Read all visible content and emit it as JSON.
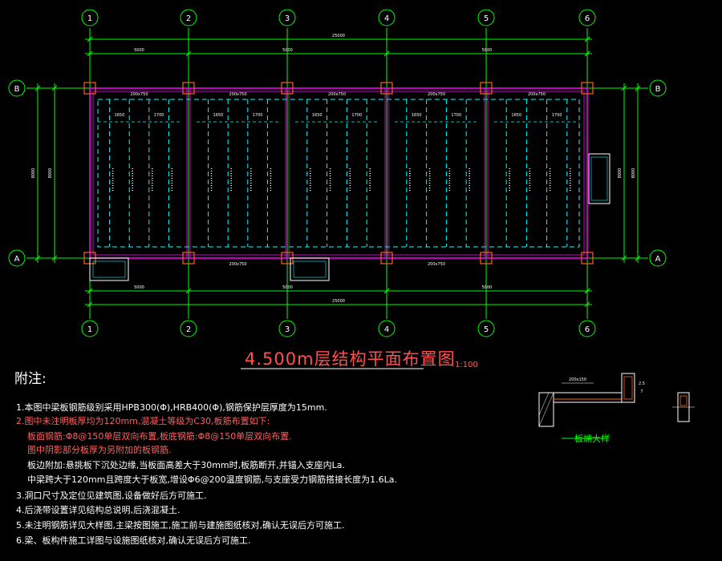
{
  "drawing": {
    "title": "4.500m层结构平面布置图",
    "scale": "1:100",
    "grid_columns": [
      "1",
      "2",
      "3",
      "4",
      "5",
      "6"
    ],
    "grid_rows": [
      "B",
      "A"
    ],
    "overall_dimension": "25000",
    "bay_dimensions": [
      "5000",
      "5000",
      "5000",
      "5000",
      "5000"
    ],
    "side_dimensions": [
      "8000",
      "8000"
    ],
    "beam_labels_top": [
      "200x750",
      "200x750",
      "200x750",
      "200x750",
      "200x750"
    ],
    "beam_labels_bottom": [
      "200x750",
      "200x750"
    ],
    "slab_labels": [
      "1650",
      "1700",
      "1650",
      "1700",
      "1650",
      "1700",
      "1650",
      "1700",
      "1650",
      "1700"
    ],
    "colors": {
      "background": "#000000",
      "grid_line": "#00ff00",
      "beam_outline": "#ff00ff",
      "secondary_beam": "#00ffff",
      "column": "#ff6020",
      "title_red": "#ff5050",
      "notes_white": "#ffffff",
      "bubble": "#00ff00"
    }
  },
  "notes": {
    "heading": "附注:",
    "items": [
      {
        "text": "1.本图中梁板钢筋级别采用HPB300(Φ),HRB400(Φ),钢筋保护层厚度为15mm.",
        "red": false,
        "indent": false
      },
      {
        "text": "2.图中未注明板厚均为120mm,混凝土等级为C30,板筋布置如下:",
        "red": true,
        "indent": false
      },
      {
        "text": "板面钢筋:Φ8@150单层双向布置,板底钢筋:Φ8@150单层双向布置.",
        "red": true,
        "indent": true
      },
      {
        "text": "图中阴影部分板厚为另附加的板钢筋.",
        "red": true,
        "indent": true
      },
      {
        "text": "板边附加:悬挑板下沉处边缘,当板面高差大于30mm时,板筋断开,并锚入支座内La.",
        "red": false,
        "indent": true
      },
      {
        "text": "中梁跨大于120mm且跨度大于板宽,增设Φ6@200温度钢筋,与支座受力钢筋搭接长度为1.6La.",
        "red": false,
        "indent": true
      },
      {
        "text": "3.洞口尺寸及定位见建筑图,设备做好后方可施工.",
        "red": false,
        "indent": false
      },
      {
        "text": "4.后浇带设置详见结构总说明,后浇混凝土.",
        "red": false,
        "indent": false
      },
      {
        "text": "5.未注明钢筋详见大样图,主梁按图施工,施工前与建施图纸核对,确认无误后方可施工.",
        "red": false,
        "indent": false
      },
      {
        "text": "6.梁、板构件施工详图与设施图纸核对,确认无误后方可施工.",
        "red": false,
        "indent": false
      }
    ]
  },
  "detail": {
    "title": "板端大样",
    "labels": [
      "200x150",
      "2.5",
      "7"
    ]
  }
}
